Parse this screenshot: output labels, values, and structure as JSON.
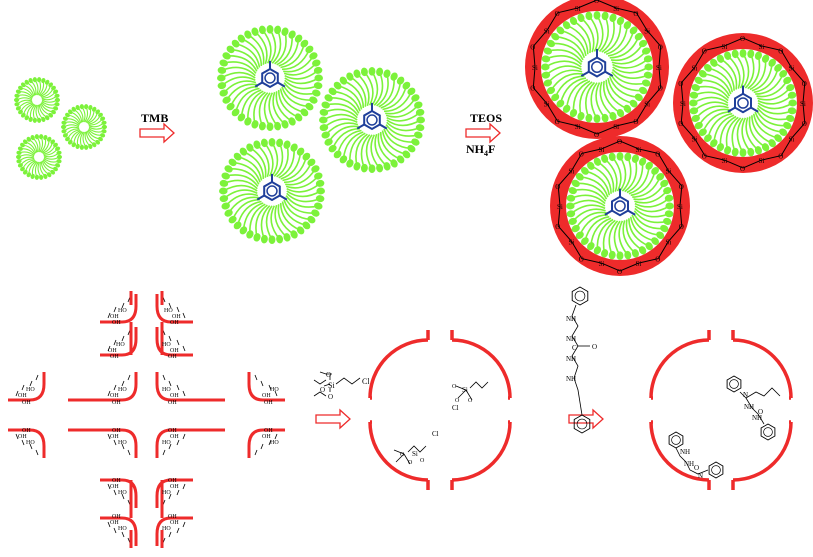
{
  "colors": {
    "micelle_green": "#7cf23a",
    "aromatic_blue": "#1f3f9a",
    "silica_red": "#ee2b2b",
    "arrow_red": "#ee2b2b",
    "ink": "#000000"
  },
  "step1": {
    "reagent": "TMB"
  },
  "step2": {
    "reagent_top": "TEOS",
    "reagent_bottom_main": "NH",
    "reagent_bottom_sub": "4",
    "reagent_bottom_tail": "F"
  },
  "shell_labels": {
    "silicon": "Si",
    "oxygen": "O"
  },
  "surface_labels": {
    "silanol": "OH",
    "silanol_alt": "HO"
  },
  "silane_reagent": {
    "silicon": "Si",
    "chlorine": "Cl",
    "oxygen": "O"
  },
  "grafted_labels": {
    "silicon": "Si",
    "chlorine": "Cl",
    "oxygen": "O"
  },
  "urea_reagent": {
    "amine": "NH",
    "carbonyl": "O",
    "carbon": "C"
  },
  "final_labels": {
    "amine": "NH",
    "nitrogen": "N",
    "carbonyl": "O",
    "carbon": "C"
  }
}
